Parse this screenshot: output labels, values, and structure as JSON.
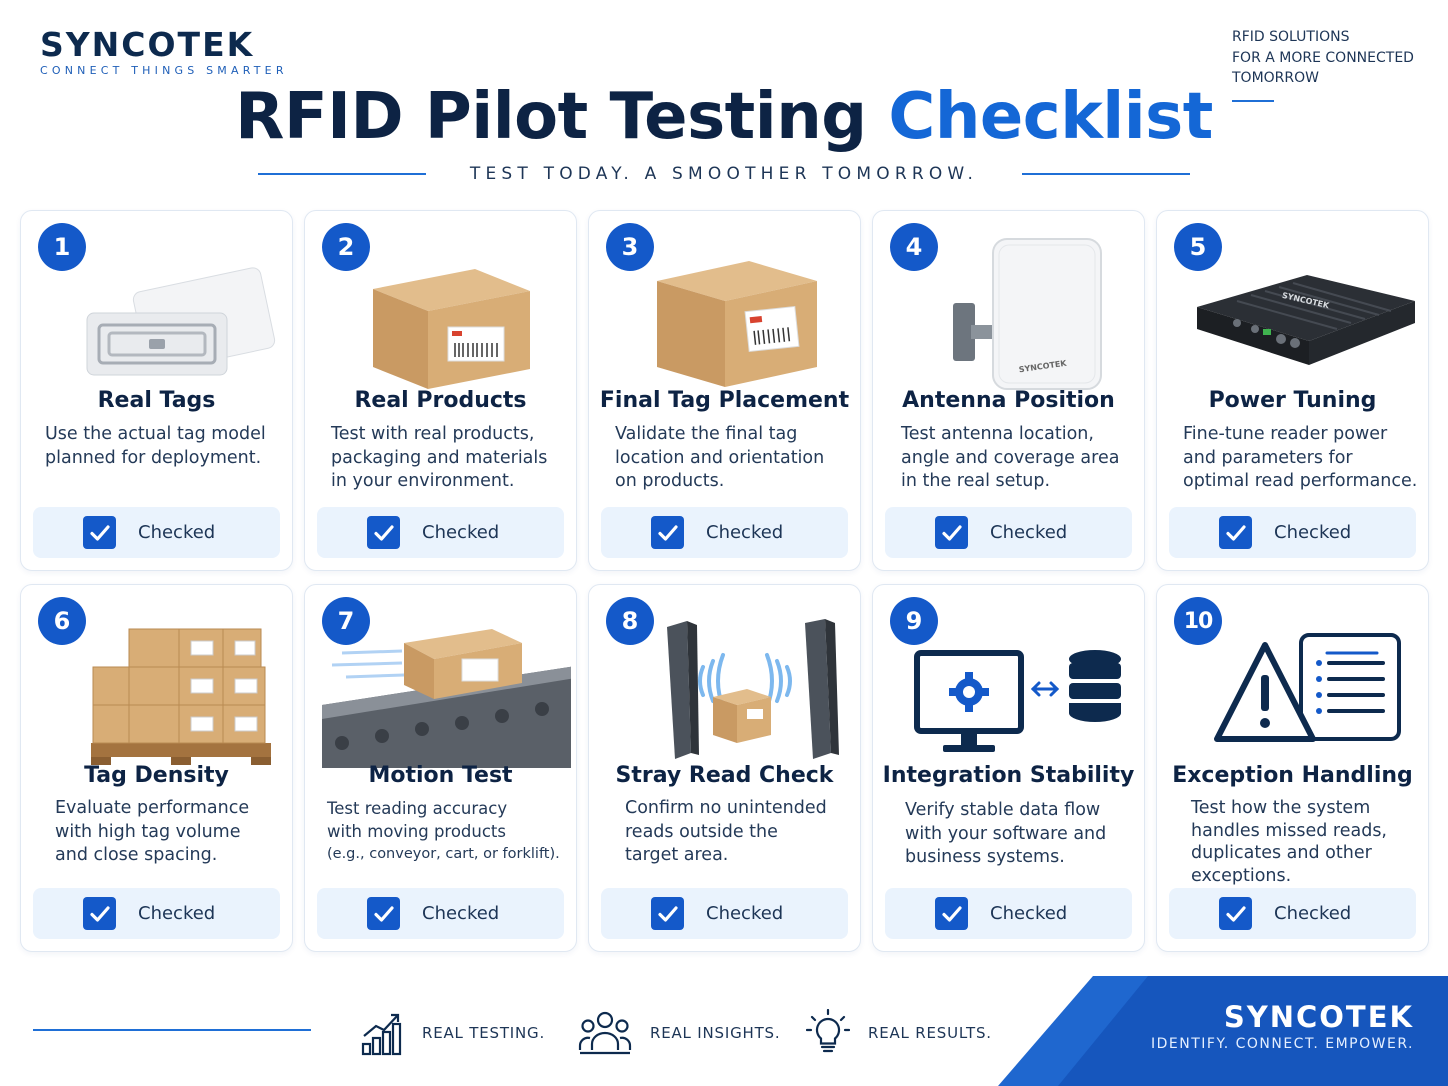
{
  "brand": {
    "name": "SYNCOTEK",
    "tagline": "CONNECT THINGS SMARTER"
  },
  "top_right": {
    "lines": [
      "RFID SOLUTIONS",
      "FOR A MORE CONNECTED",
      "TOMORROW"
    ]
  },
  "header": {
    "title_main": "RFID Pilot Testing",
    "title_accent": "Checklist",
    "subtitle": "TEST TODAY. A SMOOTHER TOMORROW."
  },
  "cards": [
    {
      "number": "1",
      "title": "Real Tags",
      "desc": [
        "Use the actual tag model",
        "planned for deployment."
      ],
      "status": "Checked",
      "icon": "rfid-tags-icon"
    },
    {
      "number": "2",
      "title": "Real Products",
      "desc": [
        "Test with real products,",
        "packaging and materials",
        "in your environment."
      ],
      "status": "Checked",
      "icon": "product-box-icon"
    },
    {
      "number": "3",
      "title": "Final Tag Placement",
      "desc": [
        "Validate the final tag",
        "location and orientation",
        "on products."
      ],
      "status": "Checked",
      "icon": "tagged-box-icon"
    },
    {
      "number": "4",
      "title": "Antenna Position",
      "desc": [
        "Test antenna location,",
        "angle and coverage area",
        "in the real setup."
      ],
      "status": "Checked",
      "icon": "antenna-icon",
      "device_label": "SYNCOTEK"
    },
    {
      "number": "5",
      "title": "Power Tuning",
      "desc": [
        "Fine-tune reader power",
        "and parameters for",
        "optimal read performance."
      ],
      "status": "Checked",
      "icon": "reader-icon",
      "device_label": "SYNCOTEK"
    },
    {
      "number": "6",
      "title": "Tag Density",
      "desc": [
        "Evaluate performance",
        "with high tag volume",
        "and close spacing."
      ],
      "status": "Checked",
      "icon": "pallet-boxes-icon"
    },
    {
      "number": "7",
      "title": "Motion Test",
      "desc": [
        "Test reading accuracy",
        "with moving products",
        "(e.g., conveyor, cart, or forklift)."
      ],
      "status": "Checked",
      "icon": "conveyor-icon"
    },
    {
      "number": "8",
      "title": "Stray Read Check",
      "desc": [
        "Confirm no unintended",
        "reads outside the",
        "target area."
      ],
      "status": "Checked",
      "icon": "gate-reader-icon"
    },
    {
      "number": "9",
      "title": "Integration Stability",
      "desc": [
        "Verify stable data flow",
        "with your software and",
        "business systems."
      ],
      "status": "Checked",
      "icon": "monitor-database-icon"
    },
    {
      "number": "10",
      "title": "Exception Handling",
      "desc": [
        "Test how the system",
        "handles missed reads,",
        "duplicates and other",
        "exceptions."
      ],
      "status": "Checked",
      "icon": "warning-list-icon"
    }
  ],
  "footer": {
    "items": [
      {
        "label": "REAL TESTING.",
        "icon": "chart-icon"
      },
      {
        "label": "REAL INSIGHTS.",
        "icon": "people-icon"
      },
      {
        "label": "REAL RESULTS.",
        "icon": "lightbulb-icon"
      }
    ],
    "brand": "SYNCOTEK",
    "tagline": "IDENTIFY. CONNECT. EMPOWER."
  },
  "colors": {
    "primary": "#1459c9",
    "navy": "#0d2344",
    "check_bg": "#eaf3fd"
  }
}
